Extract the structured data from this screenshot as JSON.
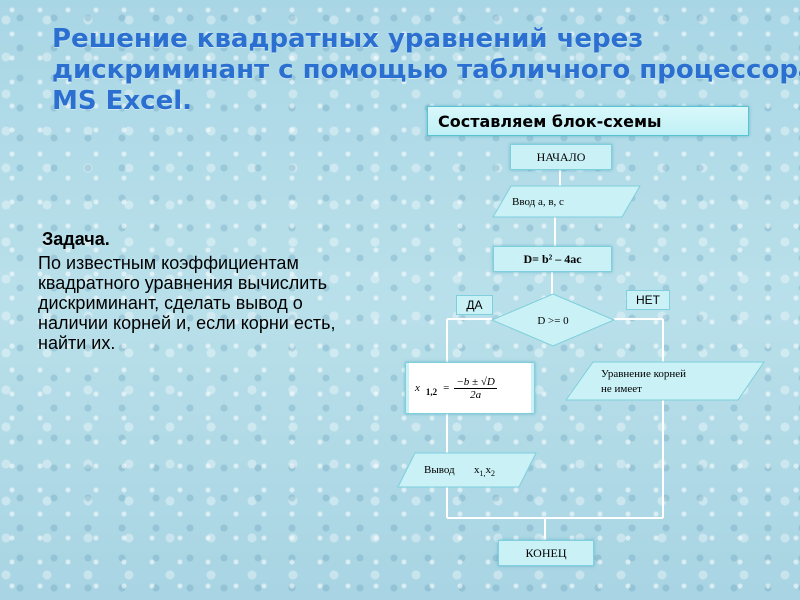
{
  "slide": {
    "title_lines": [
      "Решение квадратных уравнений через",
      "дискриминант с помощью табличного процессора",
      "MS Excel."
    ],
    "task_heading": "Задача.",
    "task_text": "По известным коэффициентам квадратного уравнения вычислить дискриминант, сделать вывод о наличии корней и, если корни есть, найти их."
  },
  "flowchart": {
    "header": "Составляем блок-схемы",
    "start": "НАЧАЛО",
    "input": "Ввод а, в, с",
    "discriminant": "D= b² – 4ac",
    "condition": "D >= 0",
    "yes_label": "ДА",
    "no_label": "НЕТ",
    "roots_formula_lhs": "x",
    "roots_formula_sub": "1,2",
    "roots_formula_eq": "=",
    "roots_formula_num": "−b ± √D",
    "roots_formula_den": "2a",
    "no_roots_line1": "Уравнение корней",
    "no_roots_line2": "не имеет",
    "output_label": "Вывод",
    "output_vars": "x",
    "output_sub1": "1,",
    "output_x2": "x",
    "output_sub2": "2",
    "end": "КОНЕЦ"
  },
  "colors": {
    "title": "#2b6fd1",
    "shape_fill": "#c9f1f6",
    "connector": "#ffffff"
  }
}
